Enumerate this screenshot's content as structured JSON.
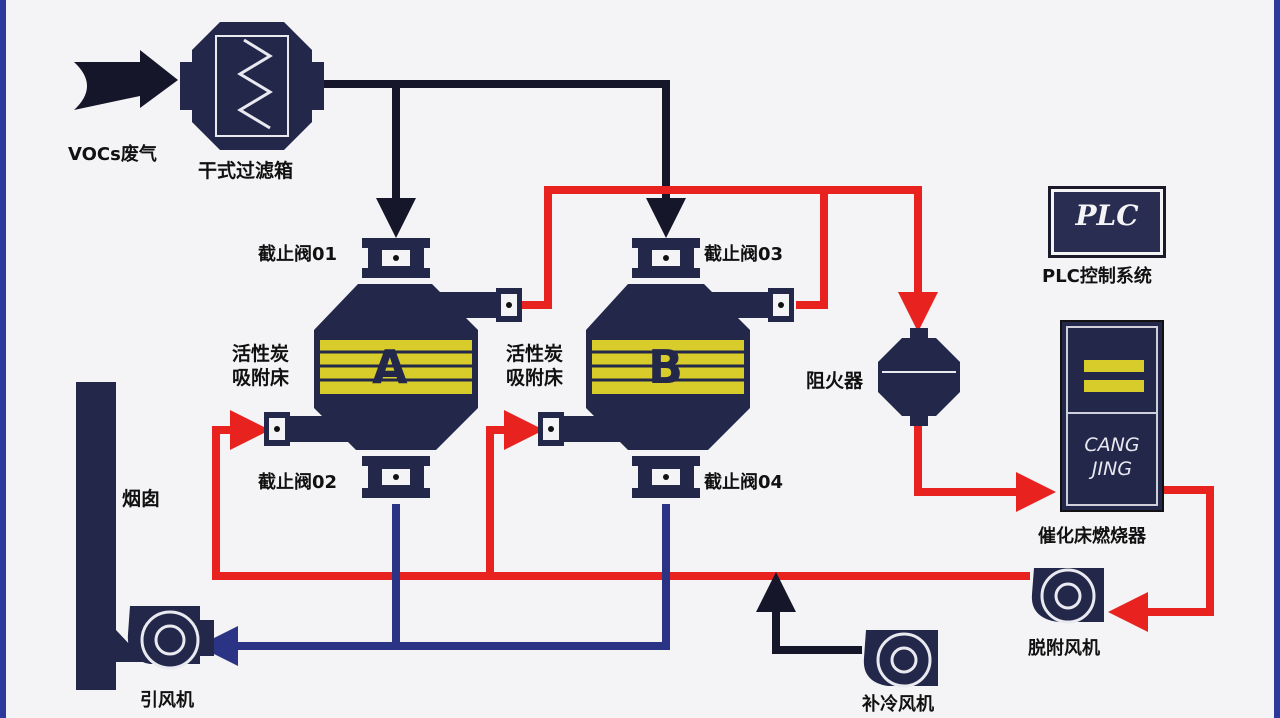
{
  "labels": {
    "vocs": "VOCs废气",
    "filter": "干式过滤箱",
    "valve01": "截止阀01",
    "valve02": "截止阀02",
    "valve03": "截止阀03",
    "valve04": "截止阀04",
    "bed_a_line1": "活性炭",
    "bed_a_line2": "吸附床",
    "bed_b_line1": "活性炭",
    "bed_b_line2": "吸附床",
    "bed_a_letter": "A",
    "bed_b_letter": "B",
    "flame_arrester": "阻火器",
    "plc_icon": "PLC",
    "plc_system": "PLC控制系统",
    "burner_text_1": "CANG",
    "burner_text_2": "JING",
    "burner": "催化床燃烧器",
    "chimney": "烟囱",
    "induced_fan": "引风机",
    "desorption_fan": "脱附风机",
    "cooling_fan": "补冷风机"
  },
  "colors": {
    "equipment": "#23274a",
    "hot_flow": "#e8231f",
    "exhaust_flow": "#2b3484",
    "inlet_flow": "#15162a",
    "carbon_bed": "#d8cc2a",
    "frame": "#2b3a9a"
  }
}
